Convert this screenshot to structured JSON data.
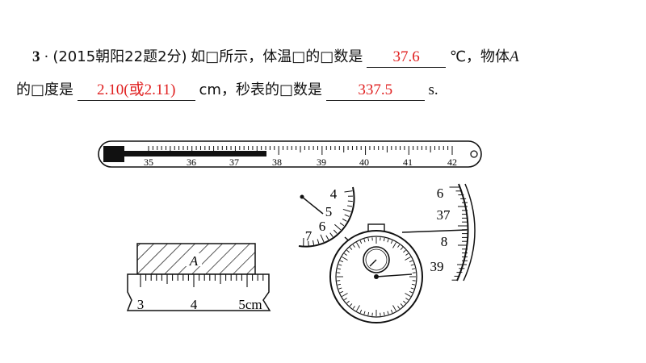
{
  "question": {
    "number": "3",
    "dot": "·",
    "source": "(2015朝阳22题2分)",
    "intro": "如□所示，体温□的□数是",
    "answer1": "37.6",
    "unit1": "℃，物体",
    "object_label": "A",
    "line2_start": "的□度是",
    "answer2": "2.10(或2.11)",
    "unit2": "cm，秒表的□数是",
    "answer3": "337.5",
    "unit3": "s."
  },
  "figures": {
    "thermometer": {
      "labels": [
        "35",
        "36",
        "37",
        "38",
        "39",
        "40",
        "41",
        "42"
      ]
    },
    "ruler": {
      "labels": [
        "3",
        "4",
        "5cm"
      ],
      "block_label": "A"
    },
    "stopwatch_minute_dial": {
      "labels": [
        "4",
        "5",
        "6",
        "7"
      ]
    },
    "stopwatch_second_dial": {
      "labels": [
        "6",
        "37",
        "8",
        "39"
      ]
    }
  }
}
